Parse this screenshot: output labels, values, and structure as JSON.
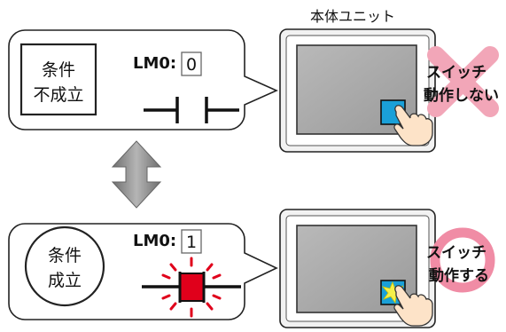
{
  "device_label": "本体ユニット",
  "top": {
    "condition_line1": "条件",
    "condition_line2": "不成立",
    "lm_label": "LM0:",
    "lm_value": "0",
    "switch_line1": "スイッチ",
    "switch_line2": "動作しない"
  },
  "bottom": {
    "condition_line1": "条件",
    "condition_line2": "成立",
    "lm_label": "LM0:",
    "lm_value": "1",
    "switch_line1": "スイッチ",
    "switch_line2": "動作する"
  },
  "colors": {
    "screen": "#a6a6a6",
    "button_blue": "#1aa0d8",
    "cross_pink": "#f2a6b8",
    "circle_pink": "#f08ca5",
    "contact_red": "#e0001b",
    "arrow_gray": "#8c8c8c"
  }
}
